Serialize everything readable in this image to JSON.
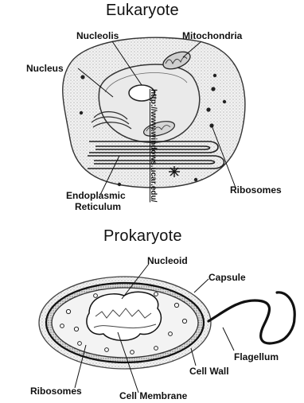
{
  "eukaryote": {
    "title": "Eukaryote",
    "labels": {
      "nucleolis": "Nucleolis",
      "mitochondria": "Mitochondria",
      "nucleus": "Nucleus",
      "er": [
        "Endoplasmic",
        "Reticulum"
      ],
      "ribosomes": "Ribosomes"
    }
  },
  "source": {
    "url": "http://www.windows.ucar.edu/"
  },
  "prokaryote": {
    "title": "Prokaryote",
    "labels": {
      "nucleoid": "Nucleoid",
      "capsule": "Capsule",
      "flagellum": "Flagellum",
      "cell_wall": "Cell Wall",
      "ribosomes": "Ribosomes",
      "cell_membrane": "Cell Membrane"
    }
  }
}
